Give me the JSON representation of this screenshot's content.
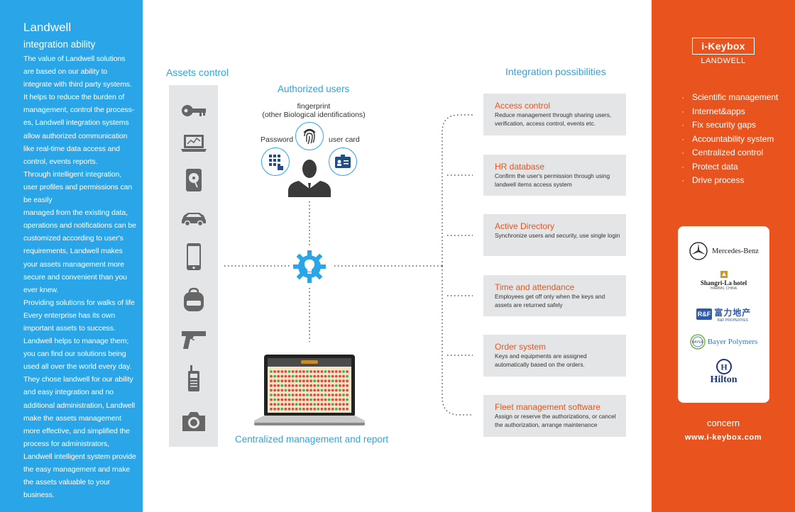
{
  "left": {
    "title": "Landwell",
    "subtitle": "integration ability",
    "paragraphs": [
      "The value of Landwell solutions are based on our ability to integrate with third party systems. It helps to reduce the burden of management, control the process-es, Landwell integration systems allow authorized communication like real-time data access and control, events reports.",
      "Through intelligent integration, user profiles and permissions can be easily",
      "managed from the existing data, operations and notifications can be customized according to user's requirements, Landwell makes your assets management more secure and convenient than you ever knew.",
      "Providing solutions for walks of life",
      "Every enterprise has its own important assets to success. Landwell helps to manage them; you can find our solutions being used all over the world every day. They chose landwell for our ability and easy integration and no additional administration, Landwell make the assets management more effective, and simplified the process for administrators, Landwell intelligent system provide the easy management and make the assets valuable to your business."
    ]
  },
  "center": {
    "assets_title": "Assets control",
    "asset_icons": [
      "key-icon",
      "laptop-icon",
      "hard-drive-icon",
      "car-icon",
      "phone-icon",
      "backpack-icon",
      "pistol-icon",
      "walkie-talkie-icon",
      "camera-icon"
    ],
    "authorized_title": "Authorized users",
    "fingerprint_label": "fingerprint",
    "biological_label": "(other Biological identifications)",
    "password_label": "Password",
    "usercard_label": "user card",
    "central_label": "Centralized management and report",
    "accent_color": "#2aa6e8"
  },
  "integration": {
    "title": "Integration possibilities",
    "items": [
      {
        "title": "Access control",
        "desc": "Reduce management through sharing users, verification, access control, events etc."
      },
      {
        "title": "HR database",
        "desc": "Confirm the user's permission through using landwell items access system"
      },
      {
        "title": "Active Directory",
        "desc": "Synchronize users and security, use single login"
      },
      {
        "title": "Time and attendance",
        "desc": "Employees get off only when the keys and assets are returned safely"
      },
      {
        "title": "Order system",
        "desc": "Keys and equipments are assigned automatically based on the orders."
      },
      {
        "title": "Fleet management software",
        "desc": "Assign or reserve the authorizations, or cancel the authorization, arrange maintenance"
      }
    ]
  },
  "right": {
    "brand": "i-Keybox",
    "brand_sub": "LANDWELL",
    "features": [
      "Scientific management",
      "Internet&apps",
      "Fix security gaps",
      "Accountability system",
      "Centralized control",
      "Protect data",
      "Drive process"
    ],
    "clients": [
      "Mercedes-Benz",
      "Shangri-La hotel",
      "HARBIN, CHINA",
      "R&F",
      "富力地产",
      "R&F PROPERTIES",
      "Bayer Polymers",
      "Hilton"
    ],
    "concern": "concern",
    "website": "www.i-keybox.com",
    "accent_color": "#e9541e"
  }
}
